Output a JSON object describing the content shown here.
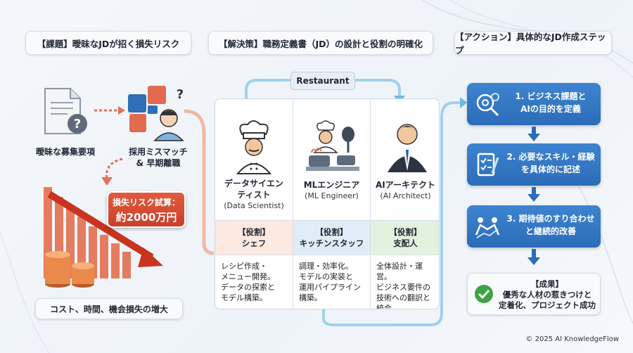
{
  "panels": {
    "problem": {
      "title": "【課題】曖昧なJDが招く損失リスク"
    },
    "solution": {
      "title": "【解決策】職務定義書（JD）の設計と役割の明確化"
    },
    "action": {
      "title": "【アクション】具体的なJD作成ステップ"
    }
  },
  "problem": {
    "vague_jd_label": "曖昧な募集要項",
    "mismatch_label_1": "採用ミスマッチ",
    "mismatch_label_2": "& 早期離職",
    "risk_title": "損失リスク試算：",
    "risk_value": "約2000万円",
    "footer": "コスト、時間、機会損失の増大"
  },
  "solution": {
    "restaurant_label": "Restaurant",
    "roles": [
      {
        "name_1": "データサイエン",
        "name_2": "ティスト",
        "name_en": "(Data Scientist)",
        "role_tag": "【役割】",
        "role": "シェフ",
        "desc": [
          "レシピ作成・",
          "メニュー開発。",
          "データの探索と",
          "モデル構築。"
        ]
      },
      {
        "name_1": "MLエンジニア",
        "name_2": "",
        "name_en": "(ML Engineer)",
        "role_tag": "【役割】",
        "role": "キッチンスタッフ",
        "desc": [
          "調理・効率化。",
          "モデルの実装と",
          "運用パイプライン",
          "構築。"
        ]
      },
      {
        "name_1": "AIアーキテクト",
        "name_2": "",
        "name_en": "(AI Architect)",
        "role_tag": "【役割】",
        "role": "支配人",
        "desc": [
          "全体設計・運営。",
          "ビジネス要件の",
          "技術への翻訳と",
          "統合。"
        ]
      }
    ]
  },
  "action": {
    "steps": [
      {
        "line1": "1. ビジネス課題と",
        "line2": "AIの目的を定義",
        "icon": "gear-magnifier-icon"
      },
      {
        "line1": "2. 必要なスキル・経験",
        "line2": "を具体的に記述",
        "icon": "checklist-icon"
      },
      {
        "line1": "3. 期待値のすり合わせ",
        "line2": "と継続的改善",
        "icon": "handshake-growth-icon"
      }
    ],
    "result": {
      "title": "【成果】",
      "line1": "優秀な人材の惹きつけと",
      "line2": "定着化、プロジェクト成功"
    }
  },
  "footer": {
    "copyright": "© 2025 AI KnowledgeFlow"
  },
  "colors": {
    "accent_blue": "#2c6cb8",
    "risk_red": "#d2472f",
    "chef_role_bg": "#fde9df",
    "kitchen_role_bg": "#e0edf8",
    "manager_role_bg": "#e3f1df",
    "success_green": "#3aa53f"
  }
}
